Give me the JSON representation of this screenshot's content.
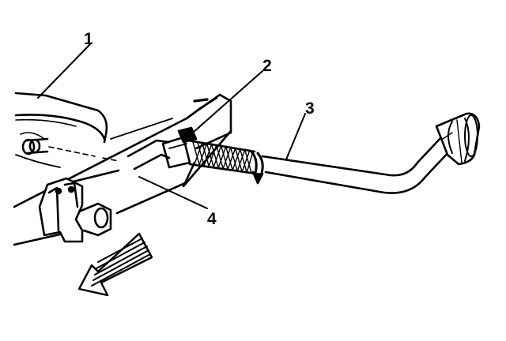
{
  "callouts": [
    {
      "id": "1",
      "label": "1"
    },
    {
      "id": "2",
      "label": "2"
    },
    {
      "id": "3",
      "label": "3"
    },
    {
      "id": "4",
      "label": "4"
    }
  ],
  "colors": {
    "ink": "#000000",
    "paper": "#ffffff"
  },
  "icons": [
    "direction-arrow-icon"
  ]
}
